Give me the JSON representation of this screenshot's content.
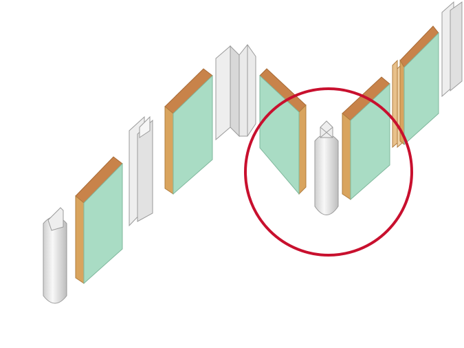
{
  "colors": {
    "background": "#ffffff",
    "panel_face": "#a9dcc4",
    "panel_top_edge": "#c8834a",
    "panel_side_edge": "#d9a45e",
    "profile_fill": "#eeeeee",
    "profile_stroke": "#9a9a9a",
    "highlight_circle": "#c8102e"
  },
  "illustration": {
    "panels": 5,
    "profiles": [
      "round-end-profile",
      "h-joint-profile",
      "outer-corner-profile",
      "round-corner-profile",
      "h-joint-profile",
      "end-profile"
    ],
    "highlight": "round-corner-profile"
  }
}
